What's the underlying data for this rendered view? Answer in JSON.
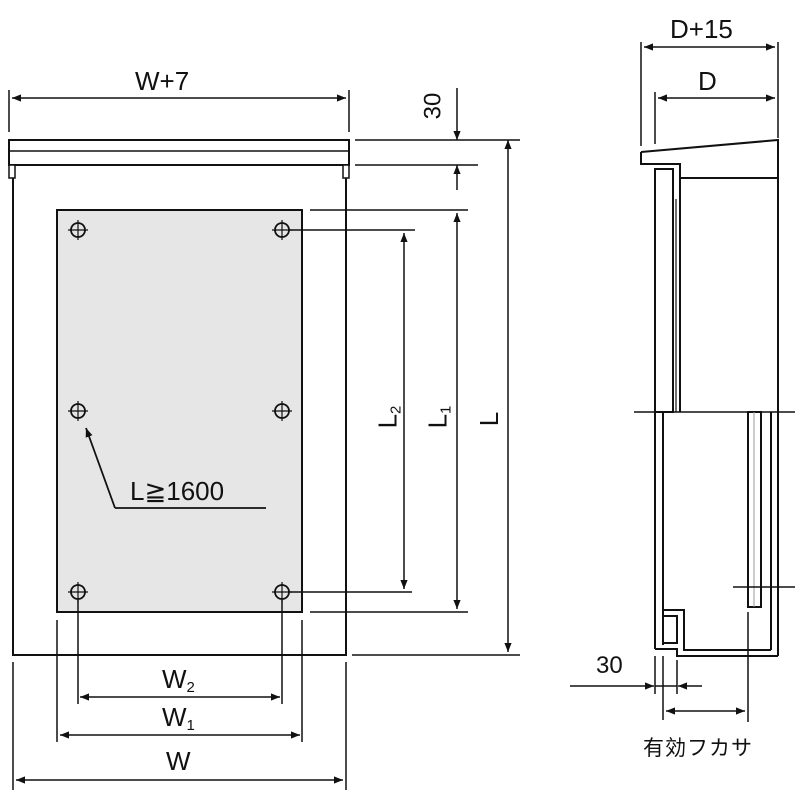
{
  "drawing": {
    "type": "enclosure dimension drawing",
    "colors": {
      "line": "#111111",
      "panel_fill": "#e6e6e6",
      "background": "#ffffff"
    },
    "front_view": {
      "labels": {
        "top_width": "W+7",
        "roof_height": "30",
        "L2": "L",
        "L2_sub": "2",
        "L1": "L",
        "L1_sub": "1",
        "L": "L",
        "note": "L≧1600",
        "W2": "W",
        "W2_sub": "2",
        "W1": "W",
        "W1_sub": "1",
        "W": "W"
      },
      "mounting_holes": 6
    },
    "side_view": {
      "labels": {
        "top_depth": "D+15",
        "depth": "D",
        "bottom_gap": "30",
        "effective_depth": "有効フカサ"
      }
    }
  }
}
